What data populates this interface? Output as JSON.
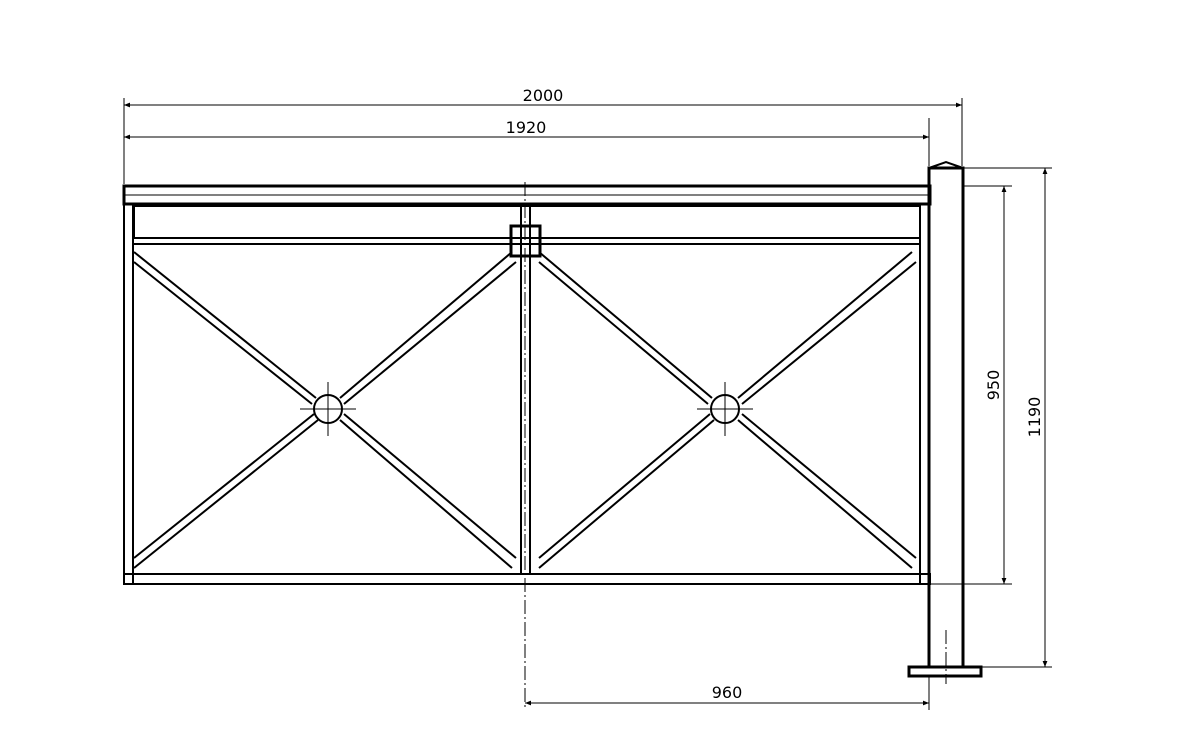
{
  "dimensions": {
    "overall_width": "2000",
    "panel_width": "1920",
    "half_width": "960",
    "panel_height": "950",
    "post_height": "1190"
  },
  "colors": {
    "line": "#000000",
    "background": "#ffffff"
  }
}
